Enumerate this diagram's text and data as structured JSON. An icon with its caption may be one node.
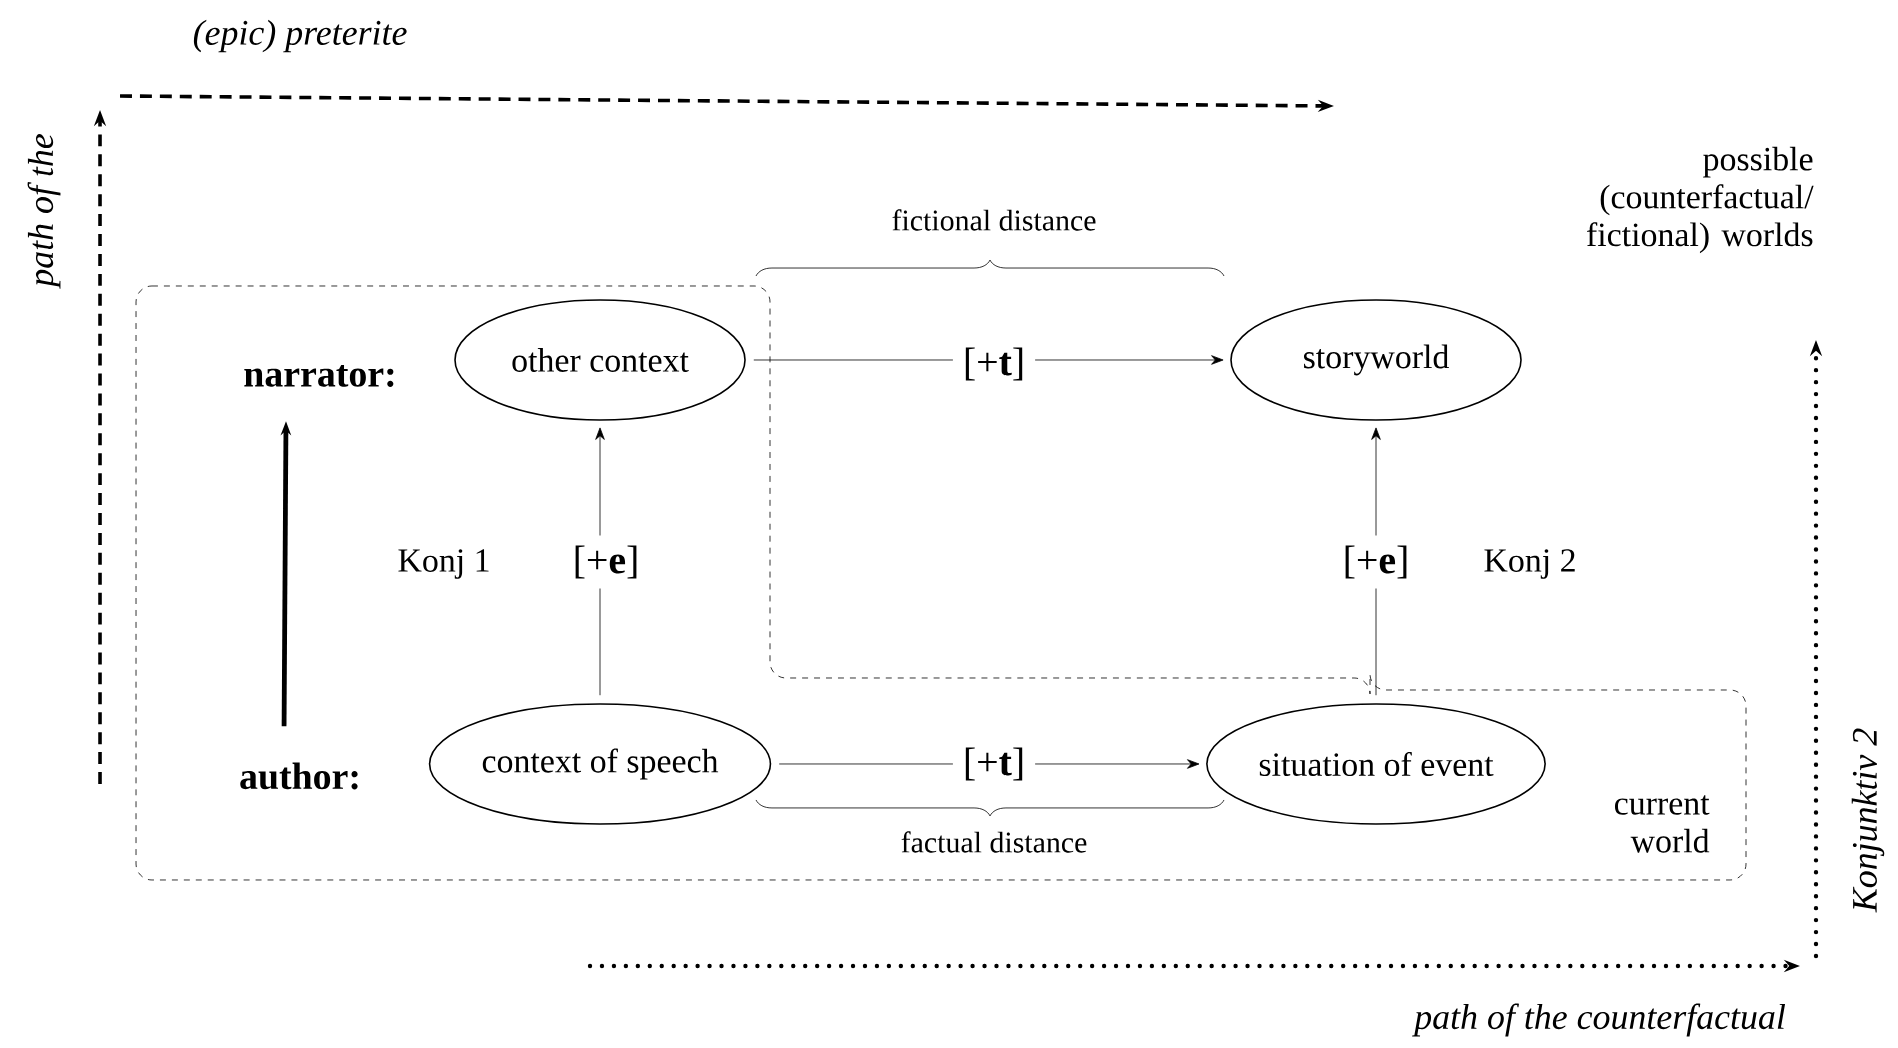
{
  "diagram": {
    "nodes": [
      {
        "text": [
          "other context"
        ]
      },
      {
        "text": [
          "storyworld"
        ]
      },
      {
        "text": [
          "context of speech"
        ]
      },
      {
        "text": [
          "situation of event"
        ]
      },
      {
        "text": [
          "narrator:"
        ]
      },
      {
        "text": [
          "author:"
        ]
      }
    ],
    "edges": [
      {
        "from": 0,
        "to": 1,
        "arrow": "to",
        "label": "[+**t**]"
      },
      {
        "from": 2,
        "to": 3,
        "arrow": "to",
        "label": "[+**t**]"
      },
      {
        "from": 2,
        "to": 0,
        "arrow": "to",
        "label": "[+**e**]"
      },
      {
        "from": 3,
        "to": 1,
        "arrow": "to",
        "label": "[+**e**]"
      },
      {
        "from": 5,
        "to": 4,
        "arrow": "to",
        "style": "thick"
      }
    ],
    "labels": [
      "path of the",
      "(epic) preterite",
      "possible (counterfactual/ fictional) worlds",
      "fictional distance",
      "Konj 1",
      "Konj 2",
      "factual distance",
      "current world",
      "Konjunktiv 2",
      "path of the counterfactual"
    ]
  }
}
